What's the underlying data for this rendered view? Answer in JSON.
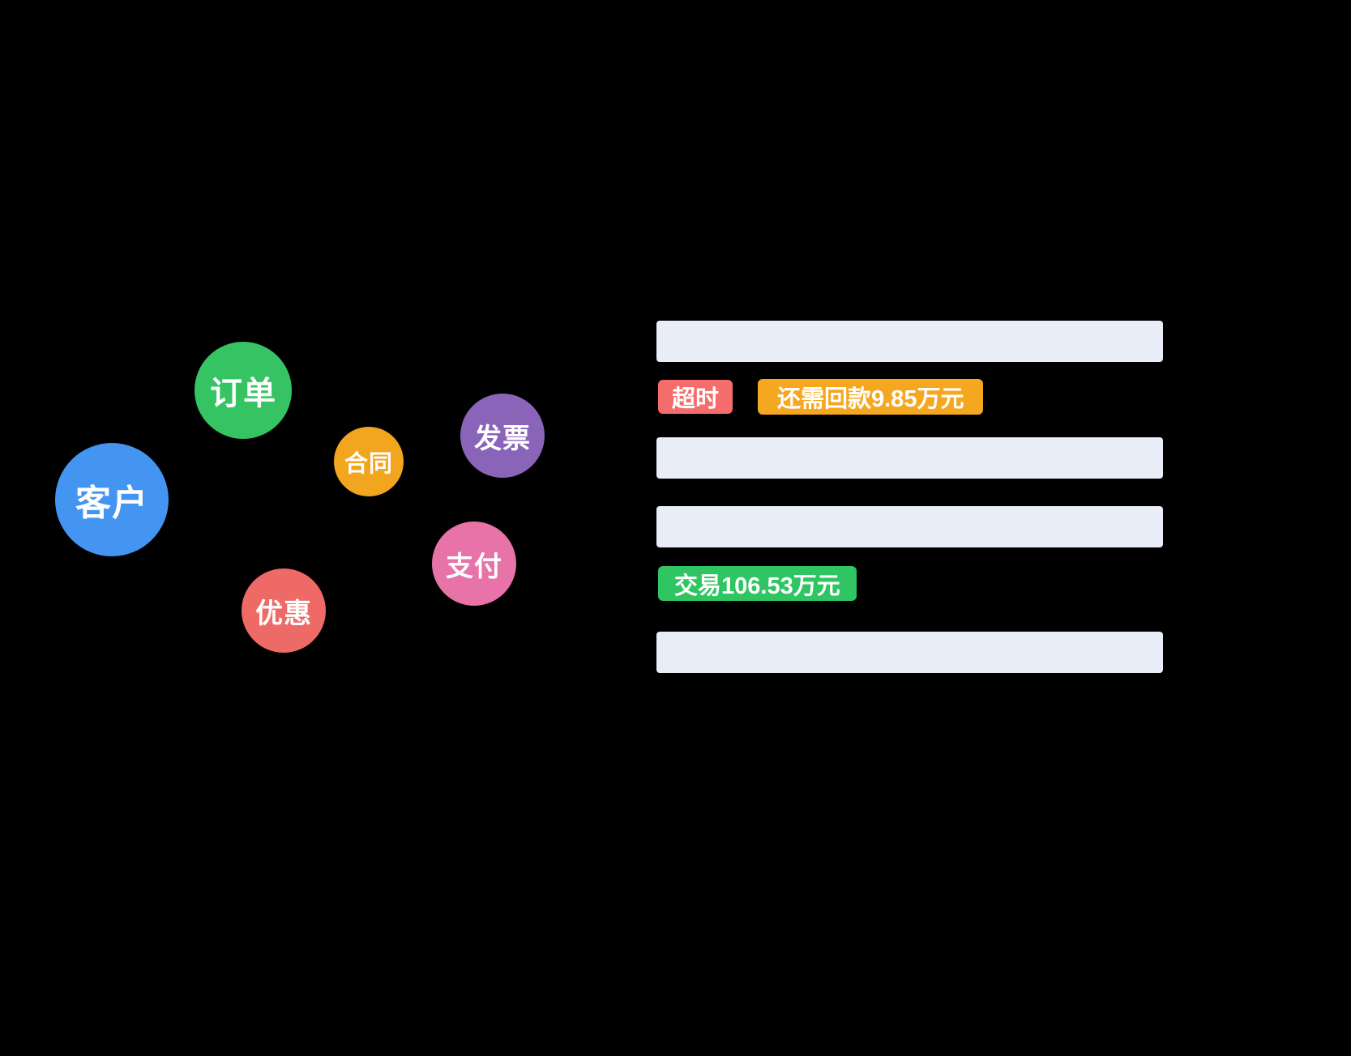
{
  "bubbles": [
    {
      "id": "order",
      "label": "订单",
      "color": "#35C364"
    },
    {
      "id": "customer",
      "label": "客户",
      "color": "#4495F2"
    },
    {
      "id": "contract",
      "label": "合同",
      "color": "#F2A51E"
    },
    {
      "id": "invoice",
      "label": "发票",
      "color": "#8A64B8"
    },
    {
      "id": "payment",
      "label": "支付",
      "color": "#E873A8"
    },
    {
      "id": "discount",
      "label": "优惠",
      "color": "#EE6A66"
    }
  ],
  "panel": {
    "bar_color": "#E9EDF7",
    "badges": {
      "timeout": {
        "label": "超时",
        "color": "#F56C6C"
      },
      "payback": {
        "label": "还需回款9.85万元",
        "color": "#F5A71F"
      },
      "deal": {
        "label": "交易106.53万元",
        "color": "#2FC562"
      }
    }
  }
}
